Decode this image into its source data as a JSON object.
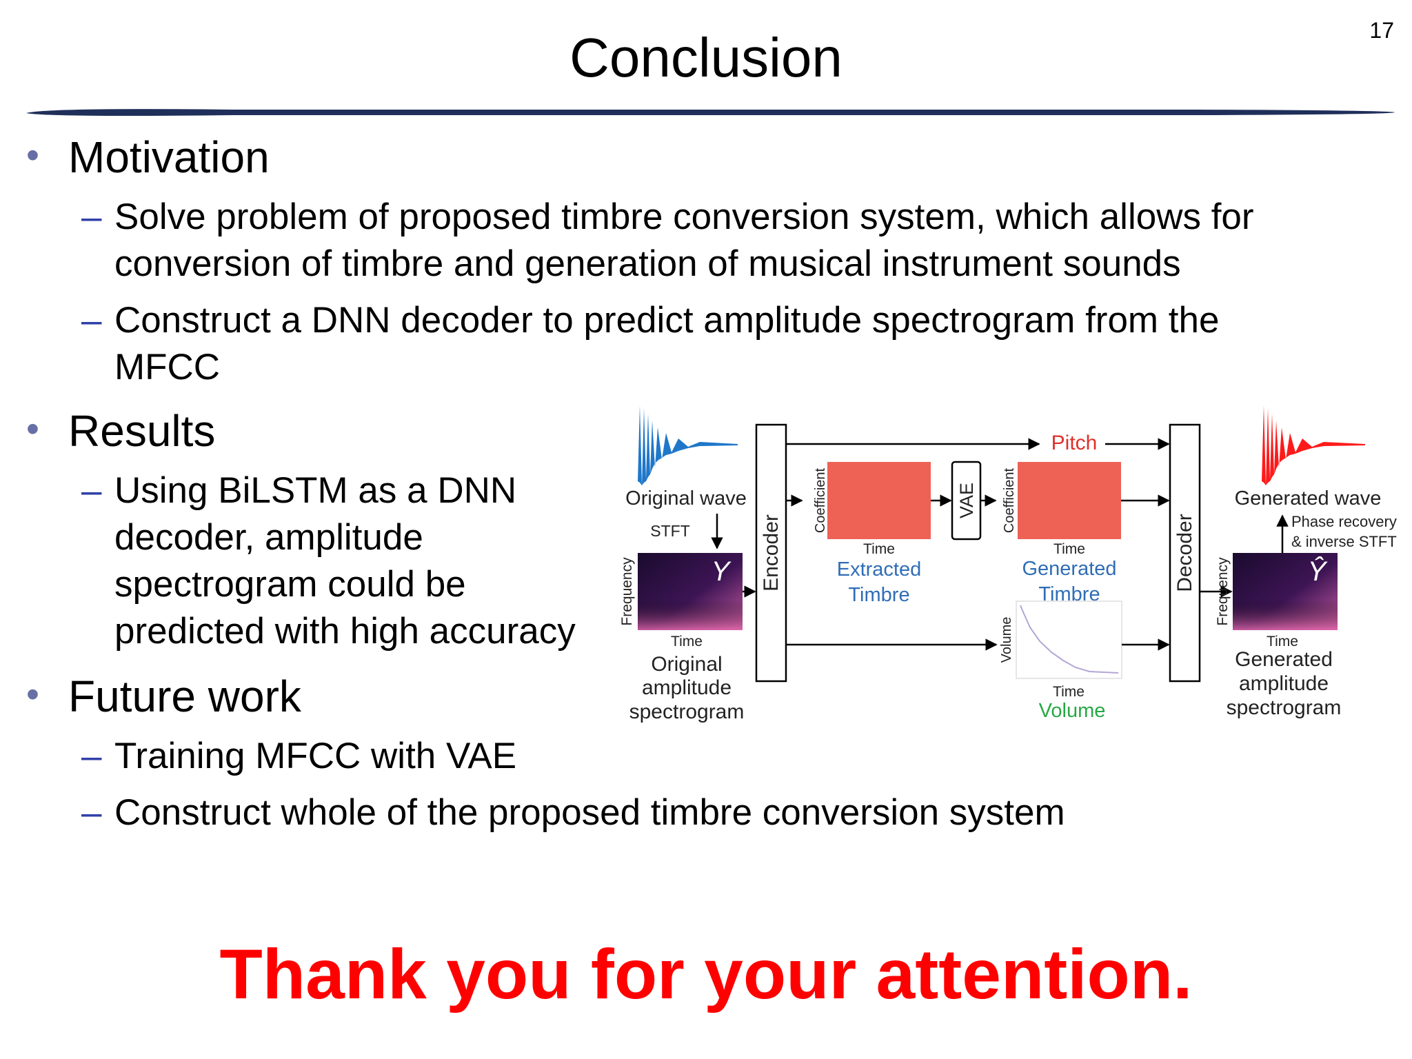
{
  "slide": {
    "number": "17",
    "title": "Conclusion",
    "accent_color": "#1f2f5a",
    "dash_color": "#3140a8",
    "bullet_color": "#6670a6"
  },
  "sections": [
    {
      "heading": "Motivation",
      "items": [
        [
          "Solve problem of proposed timbre conversion system, which allows for",
          "conversion of timbre and generation of musical instrument sounds"
        ],
        [
          "Construct a DNN decoder to predict amplitude spectrogram from the",
          "MFCC"
        ]
      ]
    },
    {
      "heading": "Results",
      "items": [
        [
          "Using BiLSTM as a DNN",
          "decoder, amplitude",
          "spectrogram could be",
          "predicted with high accuracy"
        ]
      ]
    },
    {
      "heading": "Future work",
      "items": [
        [
          "Training MFCC with VAE"
        ],
        [
          "Construct whole of the proposed timbre conversion system"
        ]
      ]
    }
  ],
  "diagram": {
    "original_wave": "Original wave",
    "stft": "STFT",
    "y_symbol": "Y",
    "y_hat_symbol": "Ŷ",
    "frequency": "Frequency",
    "time": "Time",
    "original_spec": [
      "Original",
      "amplitude",
      "spectrogram"
    ],
    "encoder": "Encoder",
    "decoder": "Decoder",
    "vae": "VAE",
    "coefficient": "Coefficient",
    "pitch": "Pitch",
    "extracted_timbre": [
      "Extracted",
      "Timbre"
    ],
    "generated_timbre": [
      "Generated",
      "Timbre"
    ],
    "volume_axis": "Volume",
    "volume_label": "Volume",
    "generated_wave": "Generated wave",
    "phase_recovery": [
      "Phase recovery",
      "& inverse STFT"
    ],
    "generated_spec": [
      "Generated",
      "amplitude",
      "spectrogram"
    ],
    "colors": {
      "original_wave": "#1f77c9",
      "generated_wave": "#ff1a1a",
      "pitch_text": "#e0302a",
      "timbre_box": "#ee6155",
      "timbre_text": "#2f6db5",
      "volume_text": "#27a844"
    }
  },
  "closing": "Thank you for your attention."
}
